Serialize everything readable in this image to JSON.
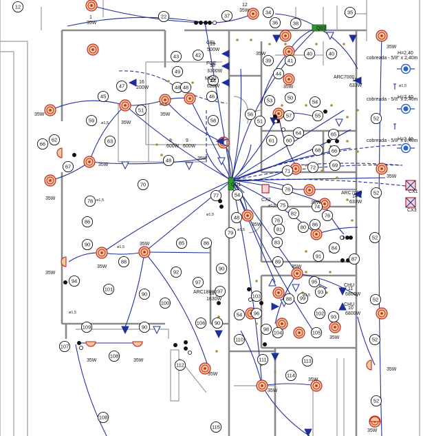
{
  "plan": {
    "panel_labels": [
      "QD2",
      "QD1",
      "CX2",
      "CX1",
      "CX3"
    ],
    "loads": [
      {
        "circuit": "12",
        "value": "35W"
      },
      {
        "circuit": "1",
        "value": "35W"
      },
      {
        "circuit": "16",
        "value": "200W"
      },
      {
        "circuit": "8",
        "value": "600W"
      },
      {
        "circuit": "9",
        "value": "600W"
      },
      {
        "circuit": "18",
        "value": "3300W"
      },
      {
        "circuit": "17",
        "value": "620W"
      },
      {
        "circuit": "15",
        "value": "633W"
      },
      {
        "circuit": "14",
        "value": "633W"
      },
      {
        "circuit": "13",
        "value": "1630W"
      },
      {
        "circuit": "11",
        "value": "6800W"
      },
      {
        "circuit": "10",
        "value": "6800W"
      },
      {
        "circuit": "19",
        "value": "500W"
      }
    ],
    "equipment": [
      "GEL",
      "FOE",
      "MOO",
      "ARC7000",
      "ARC18000",
      "CHU"
    ],
    "conduit_note": "cobreada - 5/8\" x 2,40m",
    "height_note": "H=2,40"
  }
}
